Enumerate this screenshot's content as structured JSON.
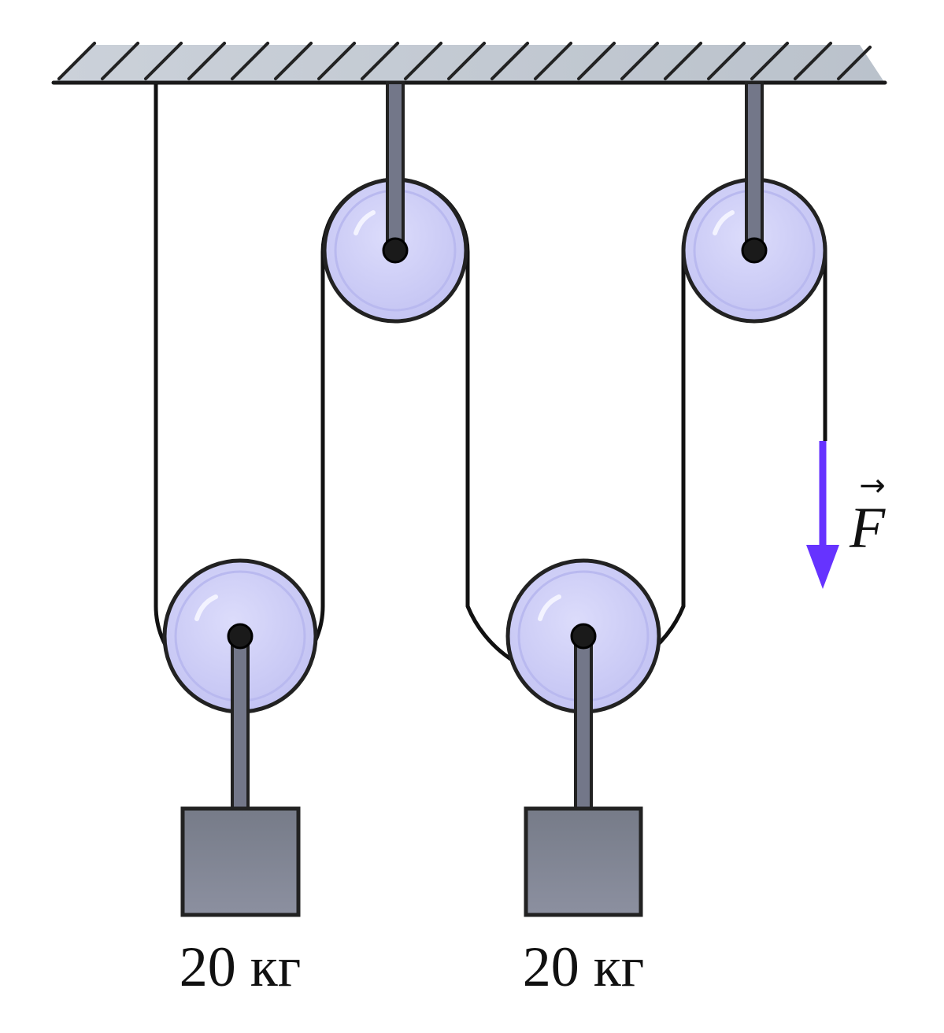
{
  "diagram": {
    "loads": [
      {
        "label": "20 кг"
      },
      {
        "label": "20 кг"
      }
    ],
    "force": {
      "label": "F",
      "vector_arrow": "→",
      "arrow_color": "#6633ff"
    },
    "colors": {
      "ceiling": "#b8c0cc",
      "pulley_fill": "#c9c9f5",
      "pulley_inner": "#d8d8fb",
      "pulley_rim": "#222222",
      "axle": "#777788",
      "weight_fill": "#7d8290",
      "rope": "#111111"
    },
    "icons": {
      "ceiling": "hatched-ceiling-icon",
      "pulley": "pulley-wheel-icon",
      "weight": "weight-block-icon",
      "force_arrow": "down-arrow-icon"
    }
  }
}
